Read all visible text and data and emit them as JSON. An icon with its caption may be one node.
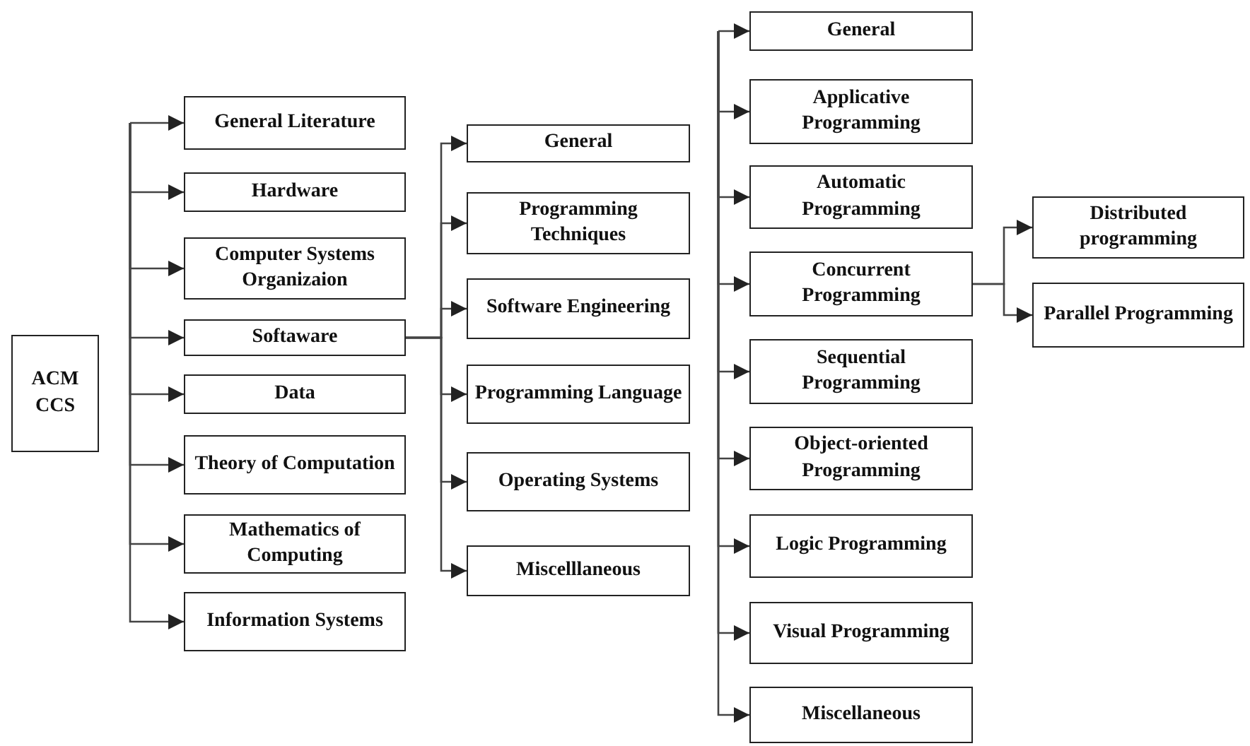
{
  "diagram": {
    "nodes": [
      {
        "text": [
          "ACM CCS"
        ]
      },
      {
        "text": [
          "General Literature"
        ]
      },
      {
        "text": [
          "Hardware"
        ]
      },
      {
        "text": [
          "Computer Systems Organizaion"
        ]
      },
      {
        "text": [
          "Softaware"
        ]
      },
      {
        "text": [
          "Data"
        ]
      },
      {
        "text": [
          "Theory of Computation"
        ]
      },
      {
        "text": [
          "Mathematics of Computing"
        ]
      },
      {
        "text": [
          "Information Systems"
        ]
      },
      {
        "text": [
          "General"
        ]
      },
      {
        "text": [
          "Programming Techniques"
        ]
      },
      {
        "text": [
          "Software Engineering"
        ]
      },
      {
        "text": [
          "Programming Language"
        ]
      },
      {
        "text": [
          "Operating Systems"
        ]
      },
      {
        "text": [
          "Miscelllaneous"
        ]
      },
      {
        "text": [
          "General"
        ]
      },
      {
        "text": [
          "Applicative Programming"
        ]
      },
      {
        "text": [
          "Automatic Programming"
        ]
      },
      {
        "text": [
          "Concurrent Programming"
        ]
      },
      {
        "text": [
          "Sequential Programming"
        ]
      },
      {
        "text": [
          "Object-oriented Programming"
        ]
      },
      {
        "text": [
          "Logic Programming"
        ]
      },
      {
        "text": [
          "Visual Programming"
        ]
      },
      {
        "text": [
          "Miscellaneous"
        ]
      },
      {
        "text": [
          "Distributed programming"
        ]
      },
      {
        "text": [
          "Parallel Programming"
        ]
      }
    ],
    "edges": [
      {
        "from": null,
        "to": 1,
        "arrow": "to"
      },
      {
        "from": null,
        "to": 2,
        "arrow": "to"
      },
      {
        "from": null,
        "to": 3,
        "arrow": "to"
      },
      {
        "from": null,
        "to": 4,
        "arrow": "to"
      },
      {
        "from": null,
        "to": 5,
        "arrow": "to"
      },
      {
        "from": null,
        "to": 6,
        "arrow": "to"
      },
      {
        "from": null,
        "to": 7,
        "arrow": "to"
      },
      {
        "from": null,
        "to": 8,
        "arrow": "to"
      },
      {
        "from": 4,
        "to": 9,
        "arrow": "to"
      },
      {
        "from": 4,
        "to": 10,
        "arrow": "to"
      },
      {
        "from": 4,
        "to": 11,
        "arrow": "to"
      },
      {
        "from": 4,
        "to": 12,
        "arrow": "to"
      },
      {
        "from": 4,
        "to": 13,
        "arrow": "to"
      },
      {
        "from": 4,
        "to": 14,
        "arrow": "to"
      },
      {
        "from": null,
        "to": 15,
        "arrow": "to"
      },
      {
        "from": null,
        "to": 16,
        "arrow": "to"
      },
      {
        "from": null,
        "to": 17,
        "arrow": "to"
      },
      {
        "from": null,
        "to": 18,
        "arrow": "to"
      },
      {
        "from": null,
        "to": 19,
        "arrow": "to"
      },
      {
        "from": null,
        "to": 20,
        "arrow": "to"
      },
      {
        "from": null,
        "to": 21,
        "arrow": "to"
      },
      {
        "from": null,
        "to": 22,
        "arrow": "to"
      },
      {
        "from": null,
        "to": 23,
        "arrow": "to"
      },
      {
        "from": 18,
        "to": 24,
        "arrow": "to"
      },
      {
        "from": 18,
        "to": 25,
        "arrow": "to"
      }
    ]
  }
}
